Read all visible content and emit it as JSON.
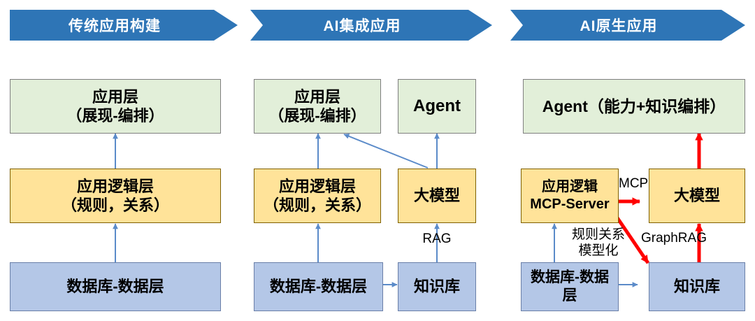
{
  "diagram": {
    "title_banners": [
      {
        "id": "traditional",
        "label": "传统应用构建"
      },
      {
        "id": "ai-integrated",
        "label": "AI集成应用"
      },
      {
        "id": "ai-native",
        "label": "AI原生应用"
      }
    ],
    "colors": {
      "banner_blue": "#2e75b6",
      "app_layer_green": "#e2efd9",
      "logic_layer_yellow": "#ffe399",
      "data_layer_blue": "#b4c7e7",
      "arrow_blue": "#5b8bc9",
      "arrow_red": "#ff0000",
      "box_border_gray": "#7f7f7f",
      "text_black": "#000000",
      "banner_text": "#ffffff"
    },
    "columns": [
      {
        "id": "traditional",
        "nodes": [
          {
            "id": "app-layer",
            "label": "应用层\n（展现-编排）",
            "fill": "green"
          },
          {
            "id": "app-logic-layer",
            "label": "应用逻辑层\n（规则，关系）",
            "fill": "yellow"
          },
          {
            "id": "database-data-layer",
            "label": "数据库-数据层",
            "fill": "blue"
          }
        ],
        "edge_labels": []
      },
      {
        "id": "ai-integrated",
        "nodes": [
          {
            "id": "app-layer",
            "label": "应用层\n（展现-编排）",
            "fill": "green"
          },
          {
            "id": "agent",
            "label": "Agent",
            "fill": "green"
          },
          {
            "id": "app-logic-layer",
            "label": "应用逻辑层\n（规则，关系）",
            "fill": "yellow"
          },
          {
            "id": "large-model",
            "label": "大模型",
            "fill": "yellow"
          },
          {
            "id": "database-data-layer",
            "label": "数据库-数据层",
            "fill": "blue"
          },
          {
            "id": "knowledge-base",
            "label": "知识库",
            "fill": "blue"
          }
        ],
        "edge_labels": [
          {
            "id": "rag",
            "label": "RAG"
          }
        ]
      },
      {
        "id": "ai-native",
        "nodes": [
          {
            "id": "agent",
            "label": "Agent（能力+知识编排）",
            "fill": "green"
          },
          {
            "id": "app-logic-mcp-server",
            "label": "应用逻辑\nMCP-Server",
            "fill": "yellow"
          },
          {
            "id": "large-model",
            "label": "大模型",
            "fill": "yellow"
          },
          {
            "id": "database-data-layer",
            "label": "数据库-数据\n层",
            "fill": "blue"
          },
          {
            "id": "knowledge-base",
            "label": "知识库",
            "fill": "blue"
          }
        ],
        "edge_labels": [
          {
            "id": "mcp",
            "label": "MCP"
          },
          {
            "id": "rule-relation-modeling",
            "label": "规则关系\n模型化"
          },
          {
            "id": "graphrag",
            "label": "GraphRAG"
          }
        ]
      }
    ]
  }
}
